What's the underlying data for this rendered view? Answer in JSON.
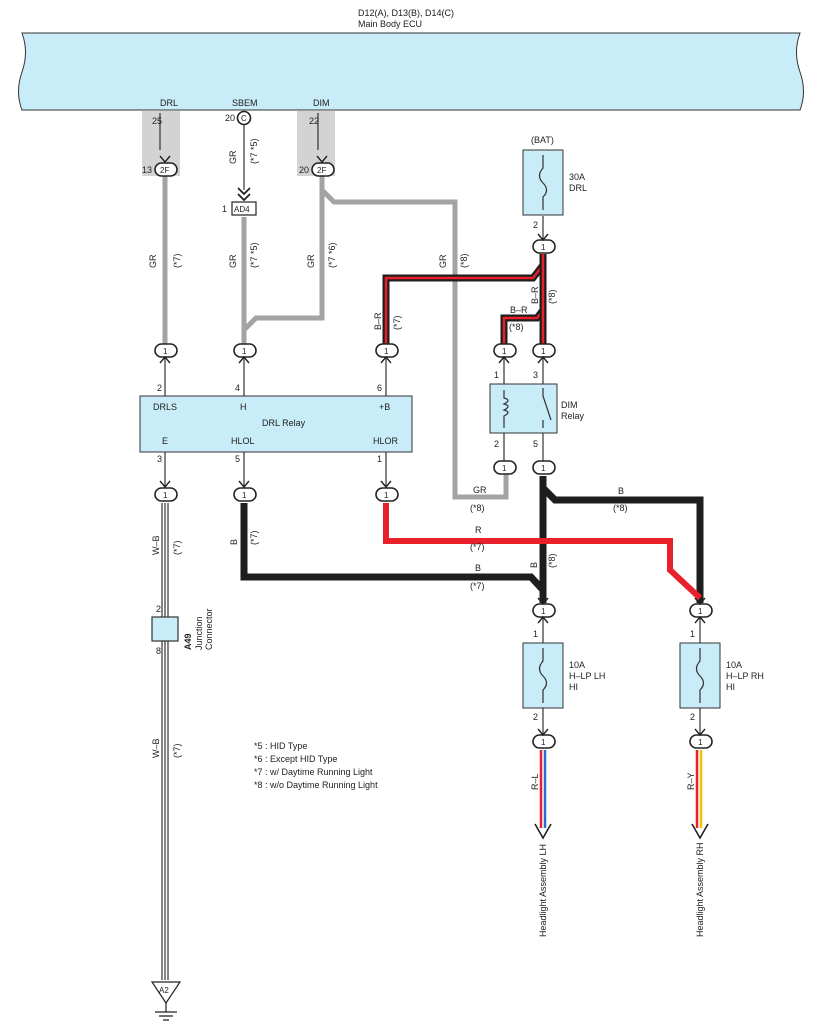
{
  "ecu": {
    "connectors": "D12(A), D13(B), D14(C)",
    "name": "Main Body ECU"
  },
  "ecu_pins": {
    "drl": {
      "name": "DRL",
      "pin": "25",
      "conn_pin": "13",
      "conn_id": "2F"
    },
    "sbem": {
      "name": "SBEM",
      "pin": "20",
      "conn_letter": "C"
    },
    "dim": {
      "name": "DIM",
      "pin": "22",
      "conn_pin": "20",
      "conn_id": "2F"
    }
  },
  "ad4": {
    "pin": "1",
    "label": "AD4"
  },
  "wire_labels": {
    "gr": "GR",
    "b_r": "B–R",
    "b": "B",
    "r": "R",
    "w_b": "W–B",
    "r_l": "R–L",
    "r_y": "R–Y",
    "n5": "(*5)",
    "n7": "(*7)",
    "n8": "(*8)",
    "n7n5": "(*7 *5)",
    "n7n6": "(*7 *6)"
  },
  "conn_one": "1",
  "drl_relay": {
    "name": "DRL Relay",
    "top_terminals": [
      "DRLS",
      "H",
      "+B"
    ],
    "top_pins": [
      "2",
      "4",
      "6"
    ],
    "bottom_terminals": [
      "E",
      "HLOL",
      "HLOR"
    ],
    "bottom_pins": [
      "3",
      "5",
      "1"
    ]
  },
  "bat_fuse": {
    "source": "(BAT)",
    "rating": "30A",
    "name": "DRL",
    "pin": "2"
  },
  "dim_relay": {
    "name": "DIM",
    "name2": "Relay",
    "pins": [
      "1",
      "3",
      "2",
      "5"
    ]
  },
  "fuse_lh": {
    "rating": "10A",
    "line1": "H–LP LH",
    "line2": "HI",
    "pin_top": "1",
    "pin_bot": "2"
  },
  "fuse_rh": {
    "rating": "10A",
    "line1": "H–LP RH",
    "line2": "HI",
    "pin_top": "1",
    "pin_bot": "2"
  },
  "junction": {
    "id": "A49",
    "line1": "Junction",
    "line2": "Connector",
    "pin_top": "2",
    "pin_bot": "8"
  },
  "ground": {
    "label": "A2"
  },
  "outputs": {
    "lh": "Headlight Assembly LH",
    "rh": "Headlight Assembly RH"
  },
  "notes": [
    "*5 : HID Type",
    "*6 : Except HID Type",
    "*7 : w/ Daytime Running Light",
    "*8 : w/o Daytime Running Light"
  ],
  "colors": {
    "ecu_fill": "#c8ecf8",
    "fuse_fill": "#c8ecf8",
    "gray_wire": "#a3a3a3",
    "red_wire": "#e8202a",
    "black_wire": "#1e1e1e",
    "blue_wire": "#2a6ad8",
    "yellow_wire": "#f2c400",
    "highlight": "#d3d3d3"
  }
}
